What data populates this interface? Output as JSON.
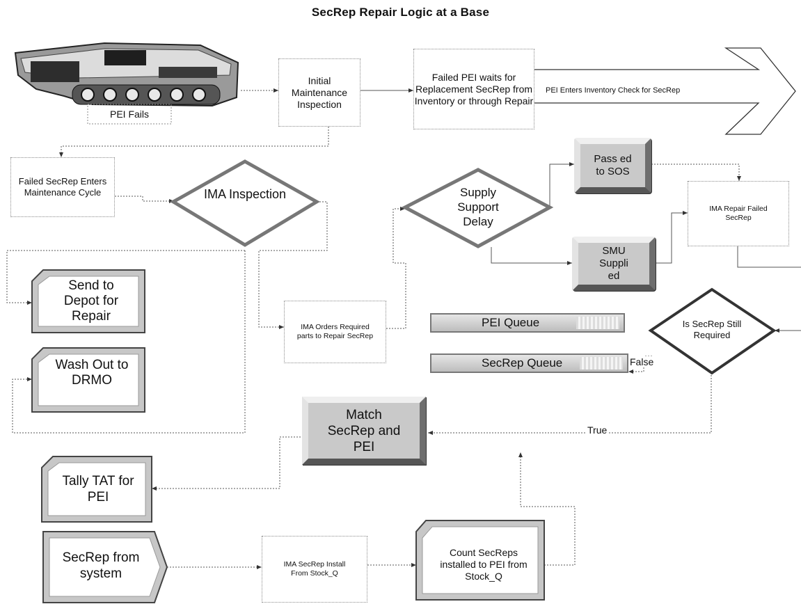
{
  "title": "SecRep Repair Logic at a Base",
  "nodes": {
    "pei_fails": "PEI Fails",
    "initial_inspection": "Initial Maintenance Inspection",
    "failed_pei_waits": "Failed PEI waits for Replacement SecRep from Inventory or through Repair",
    "inventory_check": "PEI Enters Inventory Check for SecRep",
    "failed_secrep_enters": "Failed SecRep Enters Maintenance Cycle",
    "ima_inspection": "IMA Inspection",
    "supply_support_delay": "Supply Support Delay",
    "passed_to_sos": "Pass ed to SOS",
    "smu_supplied": "SMU Suppli ed",
    "ima_repair": "IMA Repair Failed SecRep",
    "send_to_depot": "Send to Depot for Repair",
    "ima_orders": "IMA Orders Required parts to Repair SecRep",
    "pei_queue": "PEI Queue",
    "is_secrep_required": "Is SecRep Still Required",
    "secrep_queue": "SecRep Queue",
    "false_label": "False",
    "wash_out": "Wash Out to DRMO",
    "match": "Match SecRep and PEI",
    "true_label": "True",
    "tally": "Tally TAT for PEI",
    "secrep_from_system": "SecRep from system",
    "ima_install": "IMA SecRep Install From Stock_Q",
    "count_secreps": "Count SecReps installed to PEI from Stock_Q"
  }
}
